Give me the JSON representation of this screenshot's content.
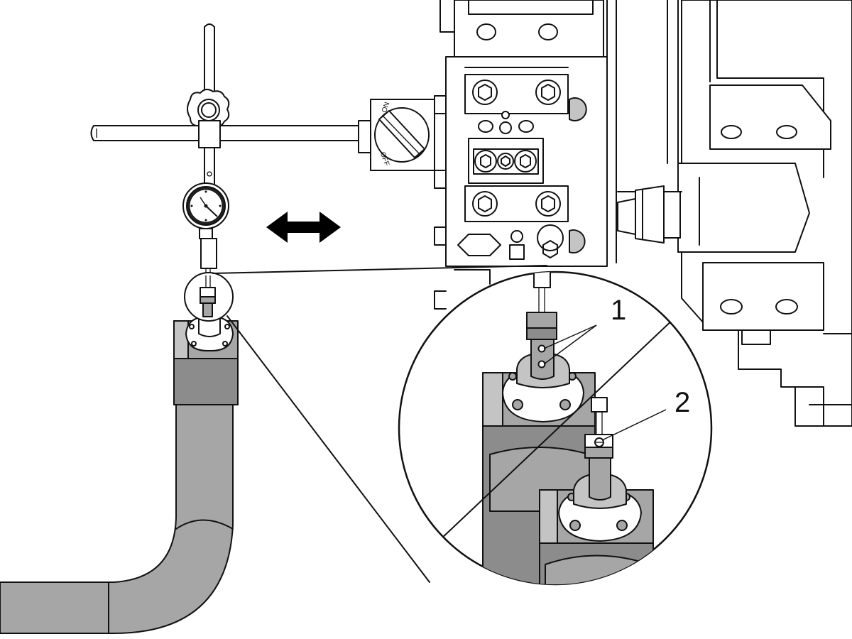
{
  "figure": {
    "callouts": [
      {
        "id": 1,
        "label": "1"
      },
      {
        "id": 2,
        "label": "2"
      }
    ],
    "switch_labels": {
      "on": "ON",
      "off": "OFF"
    }
  }
}
